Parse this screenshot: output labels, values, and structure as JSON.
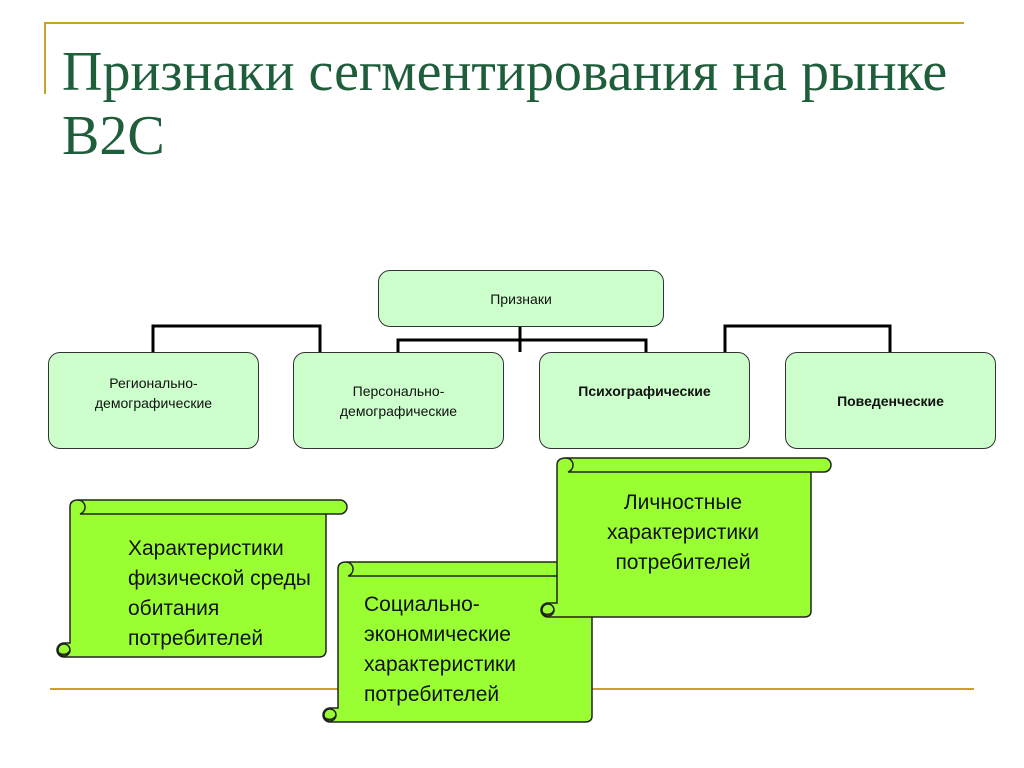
{
  "slide": {
    "title": "Признаки сегментирования на рынке В2С"
  },
  "diagram": {
    "root": "Признаки",
    "categories": {
      "regional": "Регионально-демографические",
      "personal": "Персонально-демографические",
      "psycho": "Психографические",
      "behavior": "Поведенческие"
    },
    "scrolls": {
      "physical": "Характеристики физической среды обитания потребителей",
      "social": "Социально-экономические характеристики потребителей",
      "personal": "Личностные характеристики потребителей"
    }
  },
  "colors": {
    "title": "#1f5e3a",
    "box_fill": "#ccffcc",
    "scroll_fill": "#99ff33",
    "accent_line": "#c9a227"
  }
}
